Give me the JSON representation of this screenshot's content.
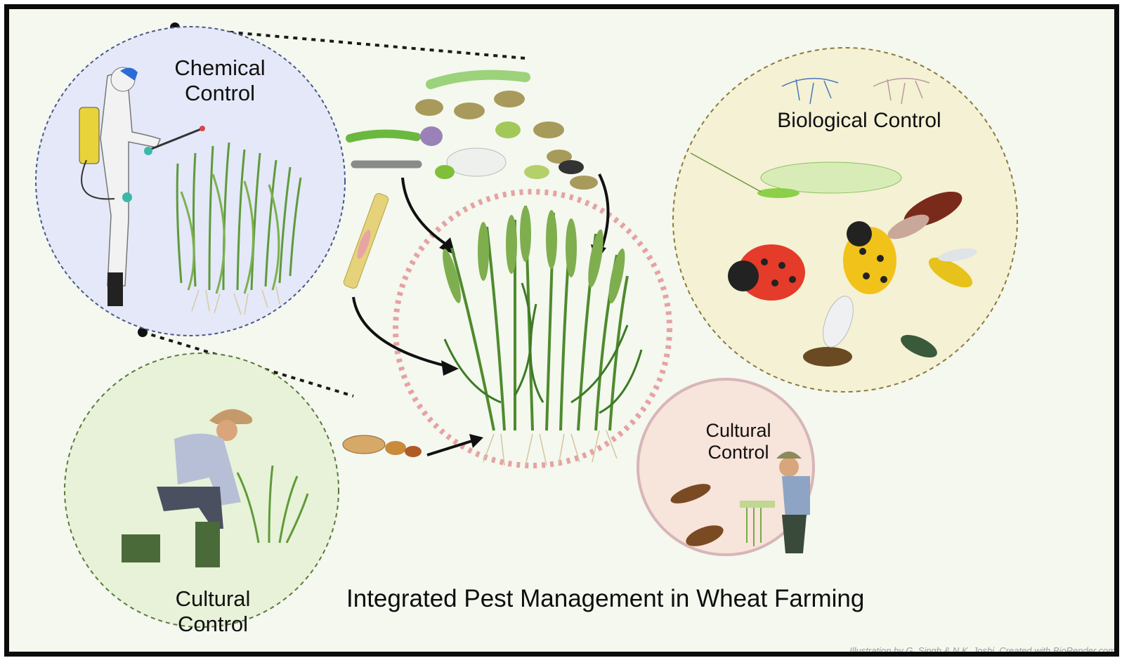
{
  "labels": {
    "chemical": "Chemical\nControl",
    "biological": "Biological Control",
    "cultural_left": "Cultural\nControl",
    "cultural_right": "Cultural\nControl"
  },
  "title": "Integrated Pest Management in Wheat Farming",
  "credit": "Illustration by G. Singh & N.K. Joshi. Created with BioRender.com",
  "colors": {
    "chemical_circle": "#e4e8f8",
    "chemical_border": "#4a5a8a",
    "biological_circle": "#f5f1d4",
    "biological_border": "#8c7a3a",
    "cultural_left_circle": "#e8f2d8",
    "cultural_left_border": "#5a7a3a",
    "cultural_right_circle": "#f7e4da",
    "cultural_right_border": "#d8b5b8",
    "center_border": "#e6a2a2",
    "wheat": "#5f9a3a"
  },
  "icons": [
    "sprayer-person-icon",
    "wheat-field-icon",
    "farmer-kneeling-icon",
    "farmer-cutting-icon",
    "aphid-icon",
    "caterpillar-icon",
    "mite-icon",
    "termite-icon",
    "lacewing-icon",
    "ladybug-icon",
    "wasp-icon",
    "beetle-icon",
    "arrow-icon"
  ]
}
